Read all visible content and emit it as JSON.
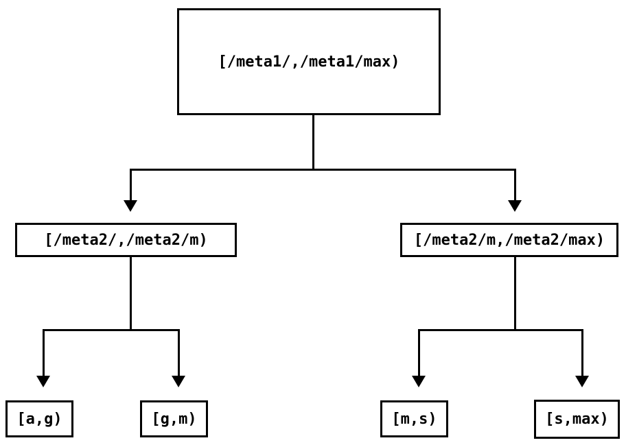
{
  "colors": {
    "background": "#ffffff",
    "line": "#000000",
    "text": "#000000"
  },
  "diagram": {
    "root": {
      "label": "[/meta1/,/meta1/max)"
    },
    "level2": [
      {
        "label": "[/meta2/,/meta2/m)"
      },
      {
        "label": "[/meta2/m,/meta2/max)"
      }
    ],
    "leaves": [
      {
        "label": "[a,g)"
      },
      {
        "label": "[g,m)"
      },
      {
        "label": "[m,s)"
      },
      {
        "label": "[s,max)"
      }
    ],
    "edges": [
      {
        "from": "[/meta1/,/meta1/max)",
        "to": "[/meta2/,/meta2/m)"
      },
      {
        "from": "[/meta1/,/meta1/max)",
        "to": "[/meta2/m,/meta2/max)"
      },
      {
        "from": "[/meta2/,/meta2/m)",
        "to": "[a,g)"
      },
      {
        "from": "[/meta2/,/meta2/m)",
        "to": "[g,m)"
      },
      {
        "from": "[/meta2/m,/meta2/max)",
        "to": "[m,s)"
      },
      {
        "from": "[/meta2/m,/meta2/max)",
        "to": "[s,max)"
      }
    ]
  }
}
